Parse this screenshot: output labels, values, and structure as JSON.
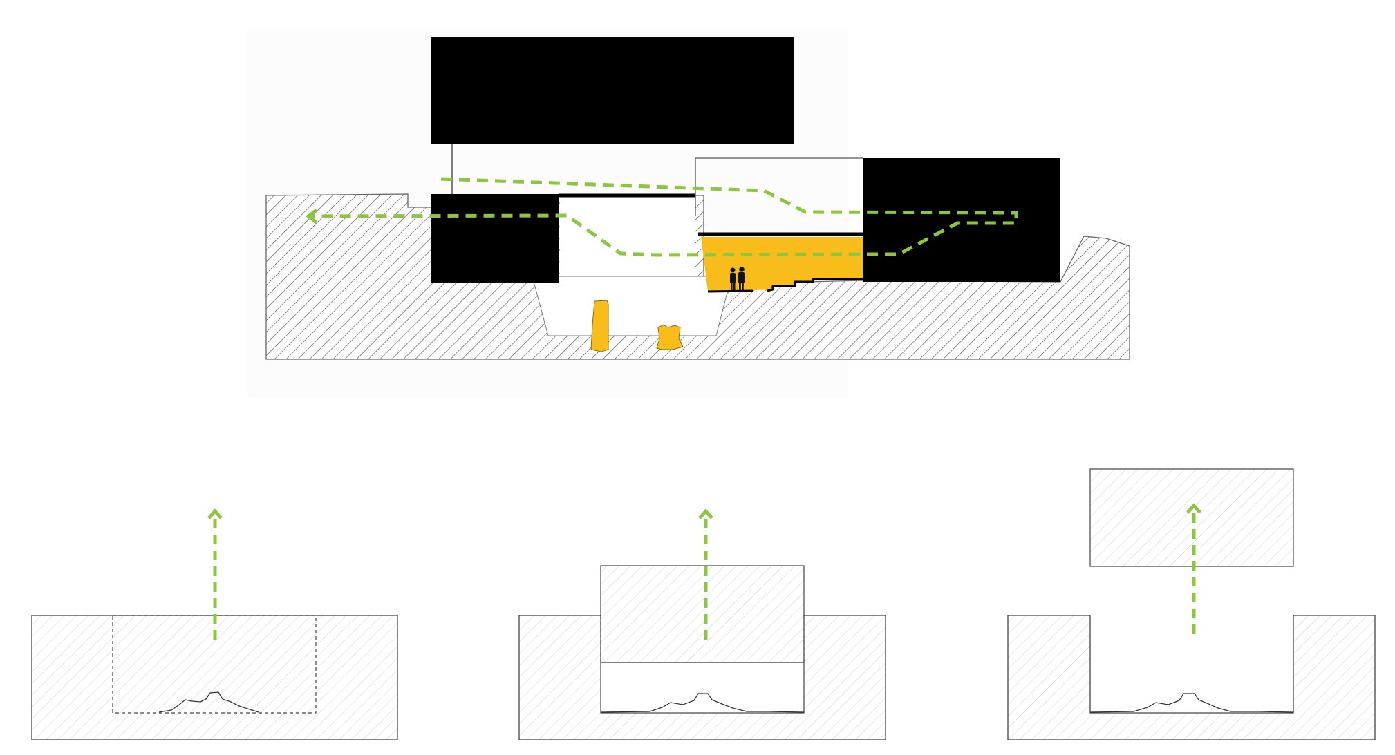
{
  "diagram": {
    "background": "#ffffff",
    "colors": {
      "mass": "#000000",
      "yellow": "#f9bd1b",
      "green": "#8cc63f",
      "hatch_dark": "#555555",
      "hatch_light": "#d7d7d7",
      "outline": "#444444"
    },
    "main_section": {
      "elements": [
        "ground-section",
        "upper-volume",
        "left-volume",
        "right-volume",
        "exhibition-space",
        "excavation-pit",
        "artifact-left",
        "artifact-right",
        "visitor-figures",
        "circulation-path"
      ]
    },
    "steps": [
      {
        "id": "step-1",
        "elements": [
          "ground-block",
          "dashed-excavation-outline",
          "artifact-profile",
          "lift-arrow"
        ]
      },
      {
        "id": "step-2",
        "elements": [
          "ground-block",
          "lifted-block",
          "artifact-profile",
          "lift-arrow"
        ]
      },
      {
        "id": "step-3",
        "elements": [
          "ground-block",
          "detached-block",
          "artifact-profile",
          "lift-arrow"
        ]
      }
    ]
  }
}
